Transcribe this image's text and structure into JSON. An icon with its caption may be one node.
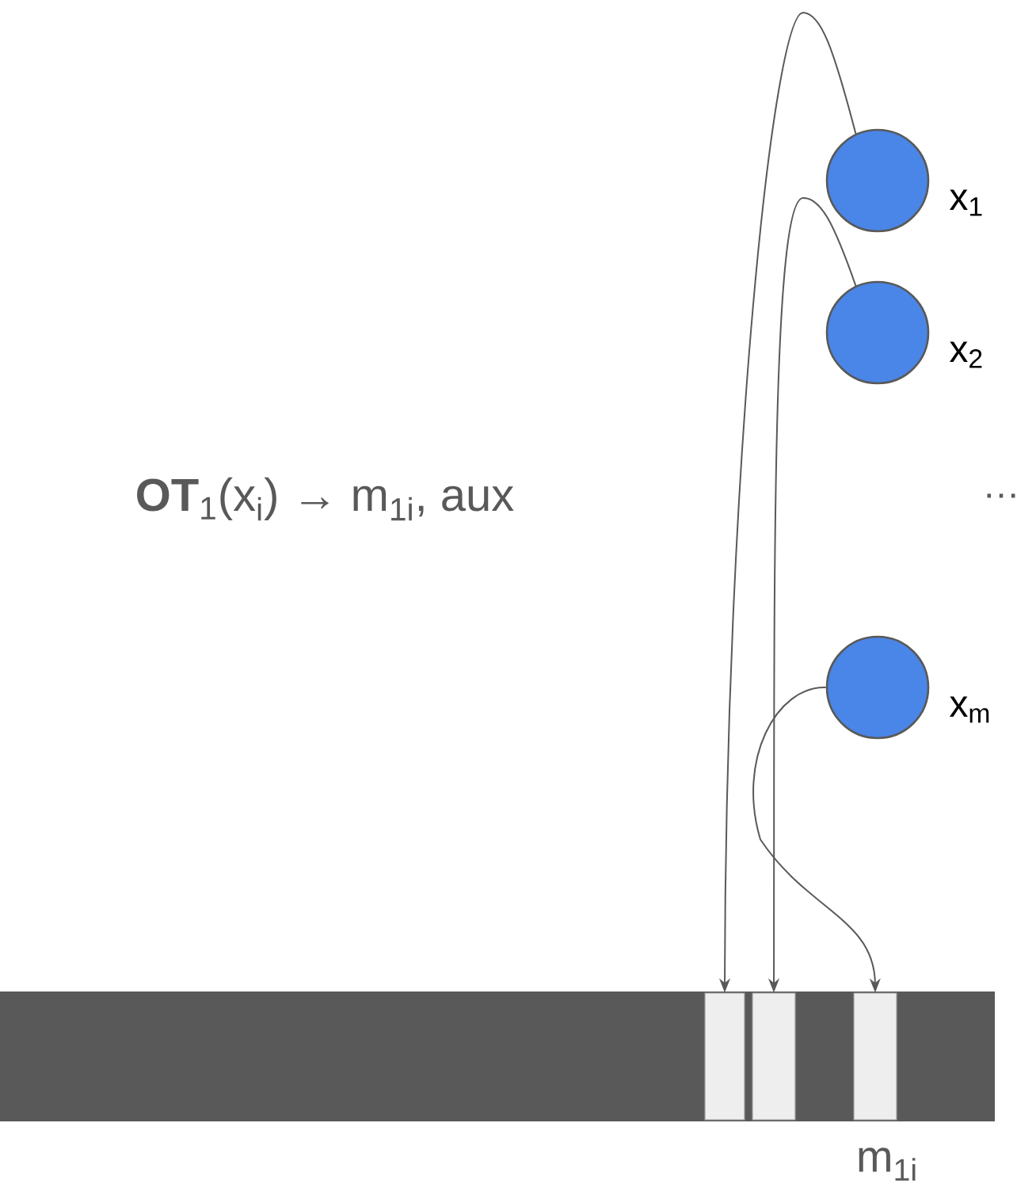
{
  "diagram": {
    "nodes": [
      {
        "text": [],
        "shape": "circle",
        "beside": [
          "x$_{1}$"
        ]
      },
      {
        "text": [],
        "shape": "circle",
        "beside": [
          "x$_{2}$"
        ]
      },
      {
        "text": [],
        "shape": "circle",
        "beside": [
          "x$_{m}$"
        ]
      },
      {
        "text": [],
        "shape": "bar"
      },
      {
        "text": [],
        "shape": "box",
        "in": 3
      },
      {
        "text": [],
        "shape": "box",
        "in": 3
      },
      {
        "text": [],
        "shape": "box",
        "in": 3
      }
    ],
    "edges": [
      {
        "from": 0,
        "to": 4,
        "arrow": "to"
      },
      {
        "from": 1,
        "to": 5,
        "arrow": "to"
      },
      {
        "from": 2,
        "to": 6,
        "arrow": "to"
      }
    ],
    "labels": [
      "**OT**$_{1}$(x$_{i}$) → m$_{1i}$, aux",
      "…",
      "m$_{1i}$"
    ]
  }
}
